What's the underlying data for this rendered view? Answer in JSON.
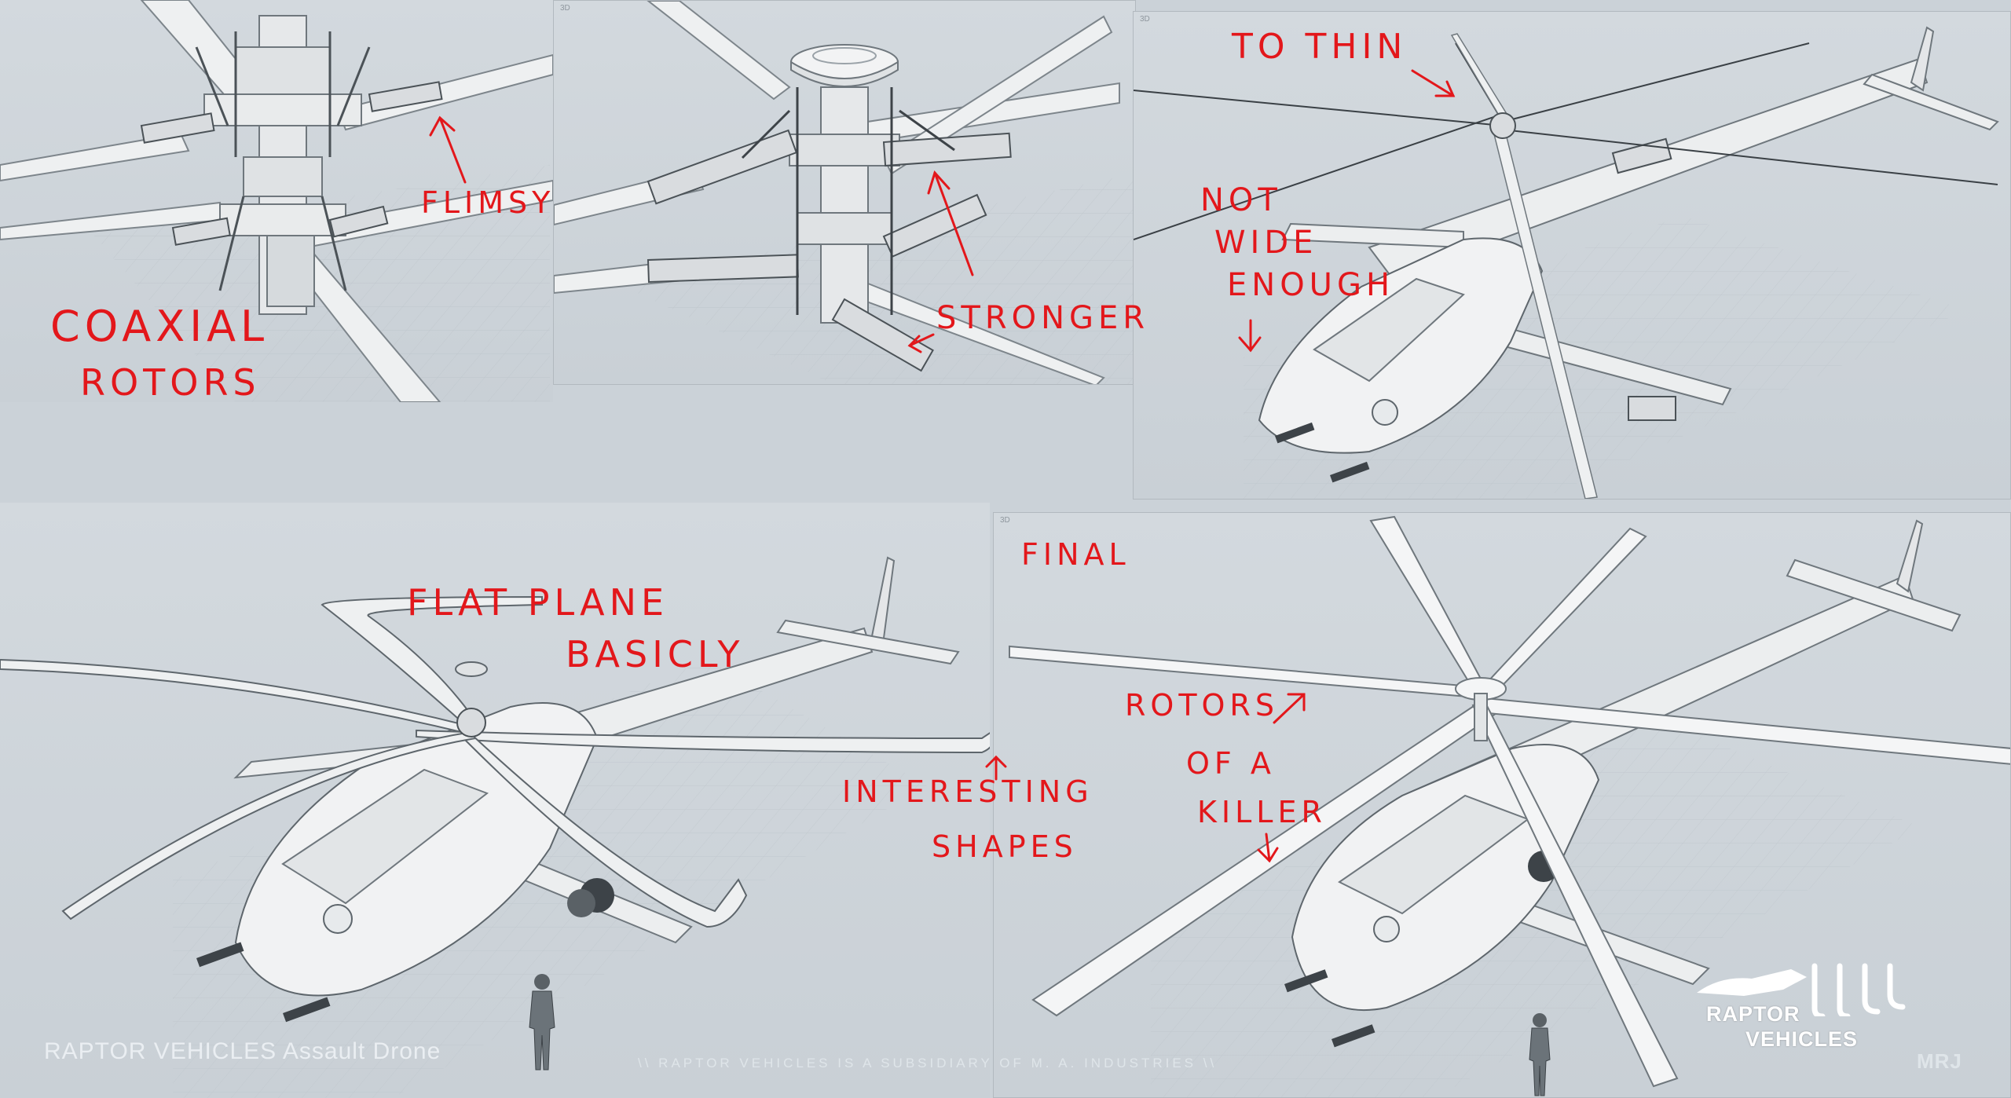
{
  "panels": {
    "top_left": {
      "label": ""
    },
    "top_middle": {
      "label": "3D"
    },
    "top_right": {
      "label": "3D"
    },
    "bottom_left": {
      "label": ""
    },
    "bottom_right": {
      "label": "3D"
    }
  },
  "annotations": {
    "flimsy": "FLIMSY",
    "coaxial_line1": "COAXIAL",
    "coaxial_line2": "ROTORS",
    "stronger": "STRONGER",
    "to_thin": "TO THIN",
    "not_wide_line1": "NOT",
    "not_wide_line2": "WIDE",
    "not_wide_line3": "ENOUGH",
    "flat_plane_line1": "FLAT PLANE",
    "flat_plane_line2": "BASICLY",
    "interesting_line1": "INTERESTING",
    "interesting_line2": "SHAPES",
    "final": "FINAL",
    "rotors_killer_line1": "ROTORS",
    "rotors_killer_line2": "OF A",
    "rotors_killer_line3": "KILLER"
  },
  "footer": {
    "title": "RAPTOR VEHICLES Assault Drone",
    "subsidiary_note": "\\\\ RAPTOR VEHICLES IS A SUBSIDIARY OF M. A. INDUSTRIES \\\\",
    "artist_mark": "MRJ"
  },
  "logo": {
    "line1": "RAPTOR",
    "line2": "VEHICLES"
  },
  "colors": {
    "annotation": "#e3171b",
    "background": "#cbd2d8",
    "model_light": "#f2f3f4",
    "model_shadow": "#9aa2a8"
  }
}
